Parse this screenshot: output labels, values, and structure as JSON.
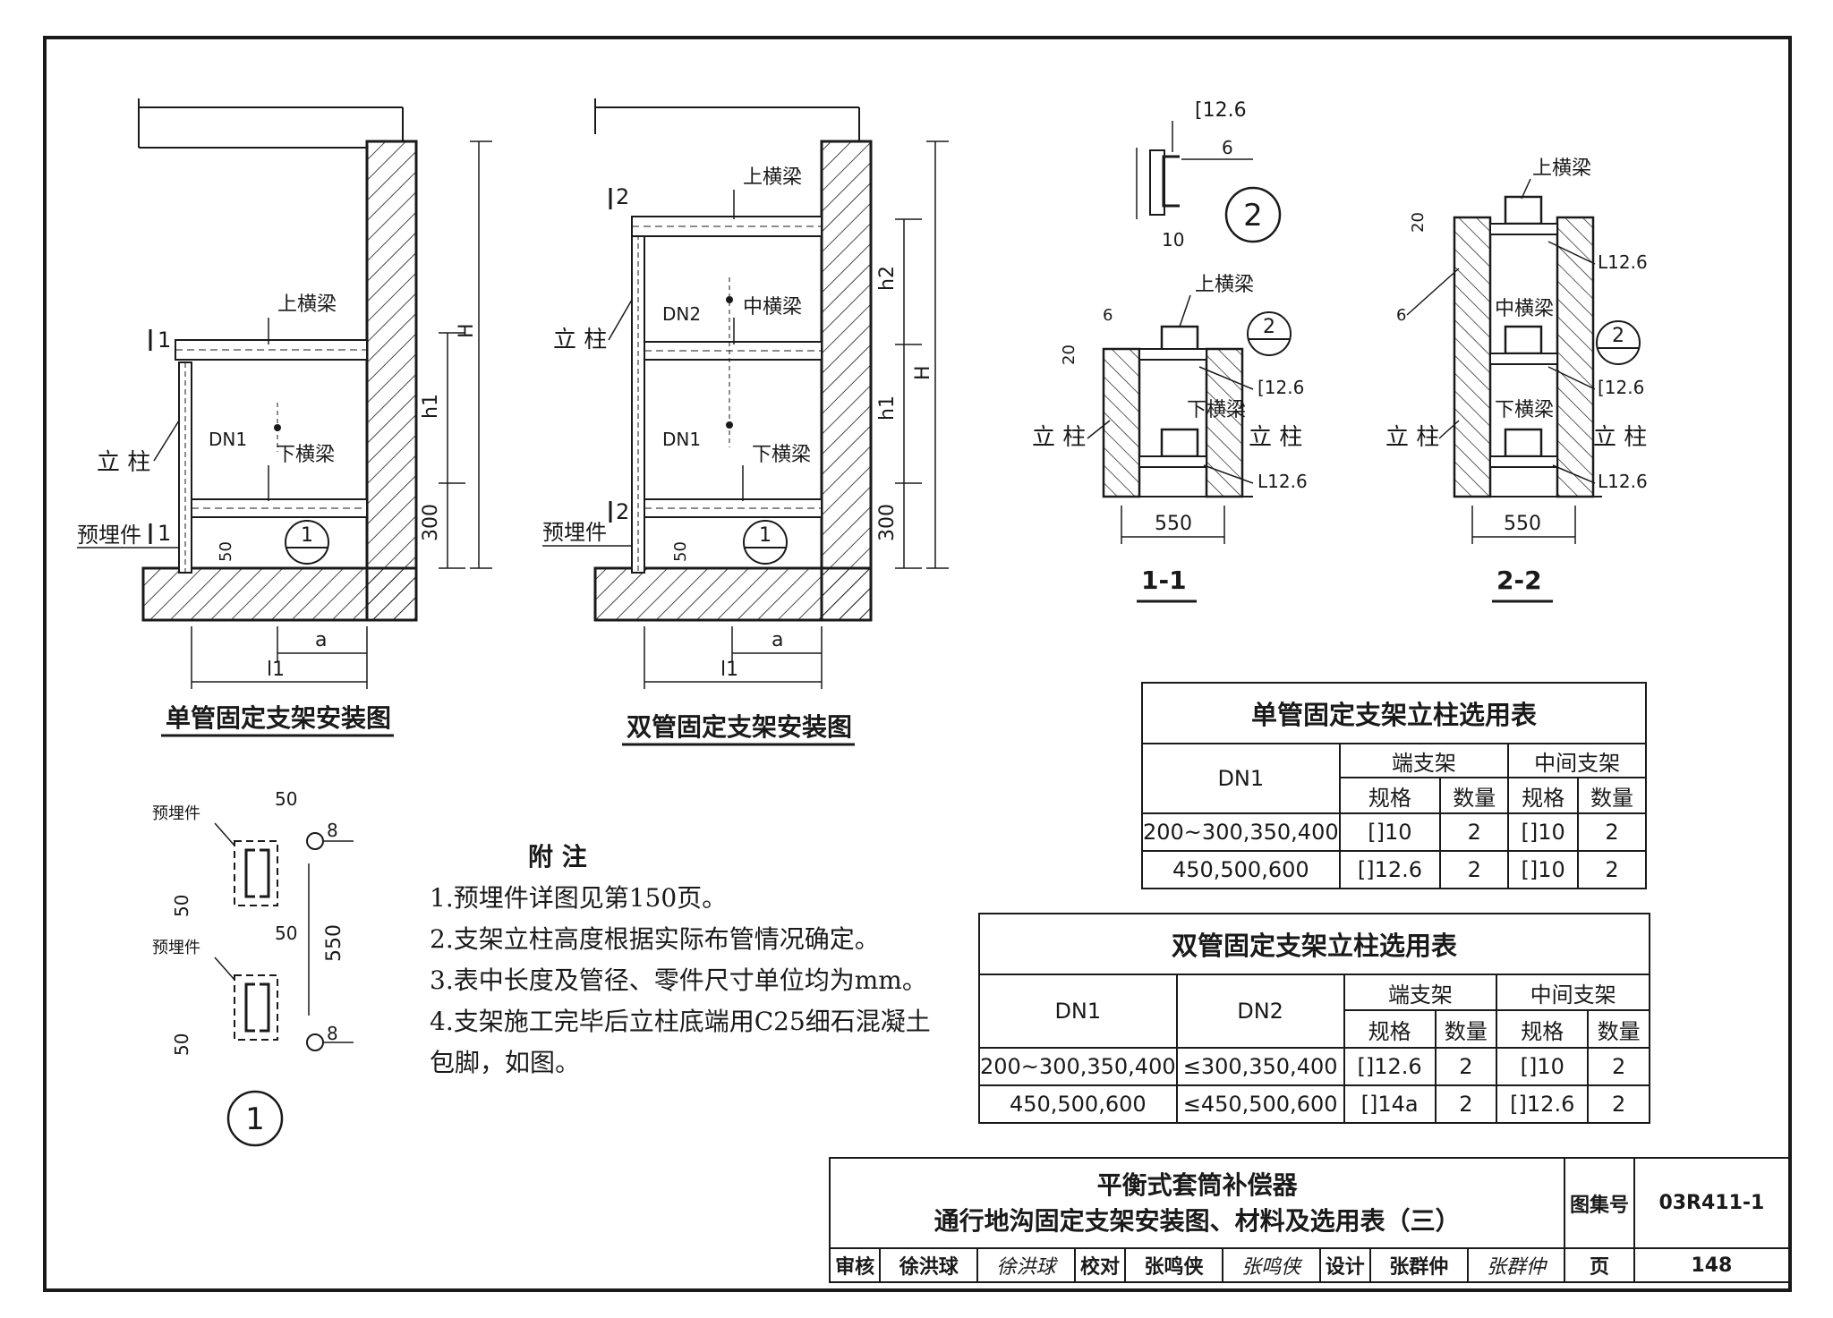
{
  "single_view": {
    "caption": "单管固定支架安装图",
    "labels": {
      "upper_beam": "上横梁",
      "column": "立 柱",
      "embed": "预埋件",
      "dn1": "DN1",
      "lower_beam": "下横梁",
      "sec": "1"
    },
    "dims": {
      "h1": "h1",
      "H": "H",
      "d300": "300",
      "d50": "50",
      "a": "a",
      "l1": "l1"
    },
    "callout": "1"
  },
  "double_view": {
    "caption": "双管固定支架安装图",
    "labels": {
      "upper_beam": "上横梁",
      "column": "立 柱",
      "embed": "预埋件",
      "dn2": "DN2",
      "mid_beam": "中横梁",
      "dn1": "DN1",
      "lower_beam": "下横梁",
      "sec": "2"
    },
    "dims": {
      "h2": "h2",
      "h1": "h1",
      "H": "H",
      "d300": "300",
      "d50": "50",
      "a": "a",
      "l1": "l1"
    },
    "callout": "1"
  },
  "detail2": {
    "c126": "[12.6",
    "weld": "6",
    "d10": "10",
    "callout": "2"
  },
  "section11": {
    "upper_beam": "上横梁",
    "lower_beam": "下横梁",
    "column": "立 柱",
    "c126": "[12.6",
    "l126": "L12.6",
    "d20": "20",
    "weld": "6",
    "width": "550",
    "title": "1-1",
    "ref": "2"
  },
  "section22": {
    "upper_beam": "上横梁",
    "mid_beam": "中横梁",
    "lower_beam": "下横梁",
    "column": "立 柱",
    "c126": "[12.6",
    "l126": "L12.6",
    "d20": "20",
    "weld": "6",
    "width": "550",
    "title": "2-2",
    "ref": "2"
  },
  "detail1": {
    "embed": "预埋件",
    "d50": "50",
    "d550": "550",
    "weld": "8",
    "callout": "1"
  },
  "notes": {
    "heading": "附 注",
    "lines": [
      "1.预埋件详图见第150页。",
      "2.支架立柱高度根据实际布管情况确定。",
      "3.表中长度及管径、零件尺寸单位均为mm。",
      "4.支架施工完毕后立柱底端用C25细石混凝土",
      "  包脚，如图。"
    ]
  },
  "table_single": {
    "title": "单管固定支架立柱选用表",
    "col_dn1": "DN1",
    "end": "端支架",
    "mid": "中间支架",
    "spec": "规格",
    "qty": "数量",
    "rows": [
      {
        "dn1": "200~300,350,400",
        "end_spec": "[]10",
        "end_qty": "2",
        "mid_spec": "[]10",
        "mid_qty": "2"
      },
      {
        "dn1": "450,500,600",
        "end_spec": "[]12.6",
        "end_qty": "2",
        "mid_spec": "[]10",
        "mid_qty": "2"
      }
    ]
  },
  "table_double": {
    "title": "双管固定支架立柱选用表",
    "col_dn1": "DN1",
    "col_dn2": "DN2",
    "end": "端支架",
    "mid": "中间支架",
    "spec": "规格",
    "qty": "数量",
    "rows": [
      {
        "dn1": "200~300,350,400",
        "dn2": "≤300,350,400",
        "end_spec": "[]12.6",
        "end_qty": "2",
        "mid_spec": "[]10",
        "mid_qty": "2"
      },
      {
        "dn1": "450,500,600",
        "dn2": "≤450,500,600",
        "end_spec": "[]14a",
        "end_qty": "2",
        "mid_spec": "[]12.6",
        "mid_qty": "2"
      }
    ]
  },
  "title_block": {
    "title1": "平衡式套筒补偿器",
    "title2": "通行地沟固定支架安装图、材料及选用表（三）",
    "atlas_label": "图集号",
    "atlas_no": "03R411-1",
    "review_label": "审核",
    "reviewer": "徐洪球",
    "reviewer_sig": "徐洪球",
    "check_label": "校对",
    "checker": "张鸣侠",
    "checker_sig": "张鸣侠",
    "design_label": "设计",
    "designer": "张群仲",
    "designer_sig": "张群仲",
    "page_label": "页",
    "page_no": "148"
  }
}
